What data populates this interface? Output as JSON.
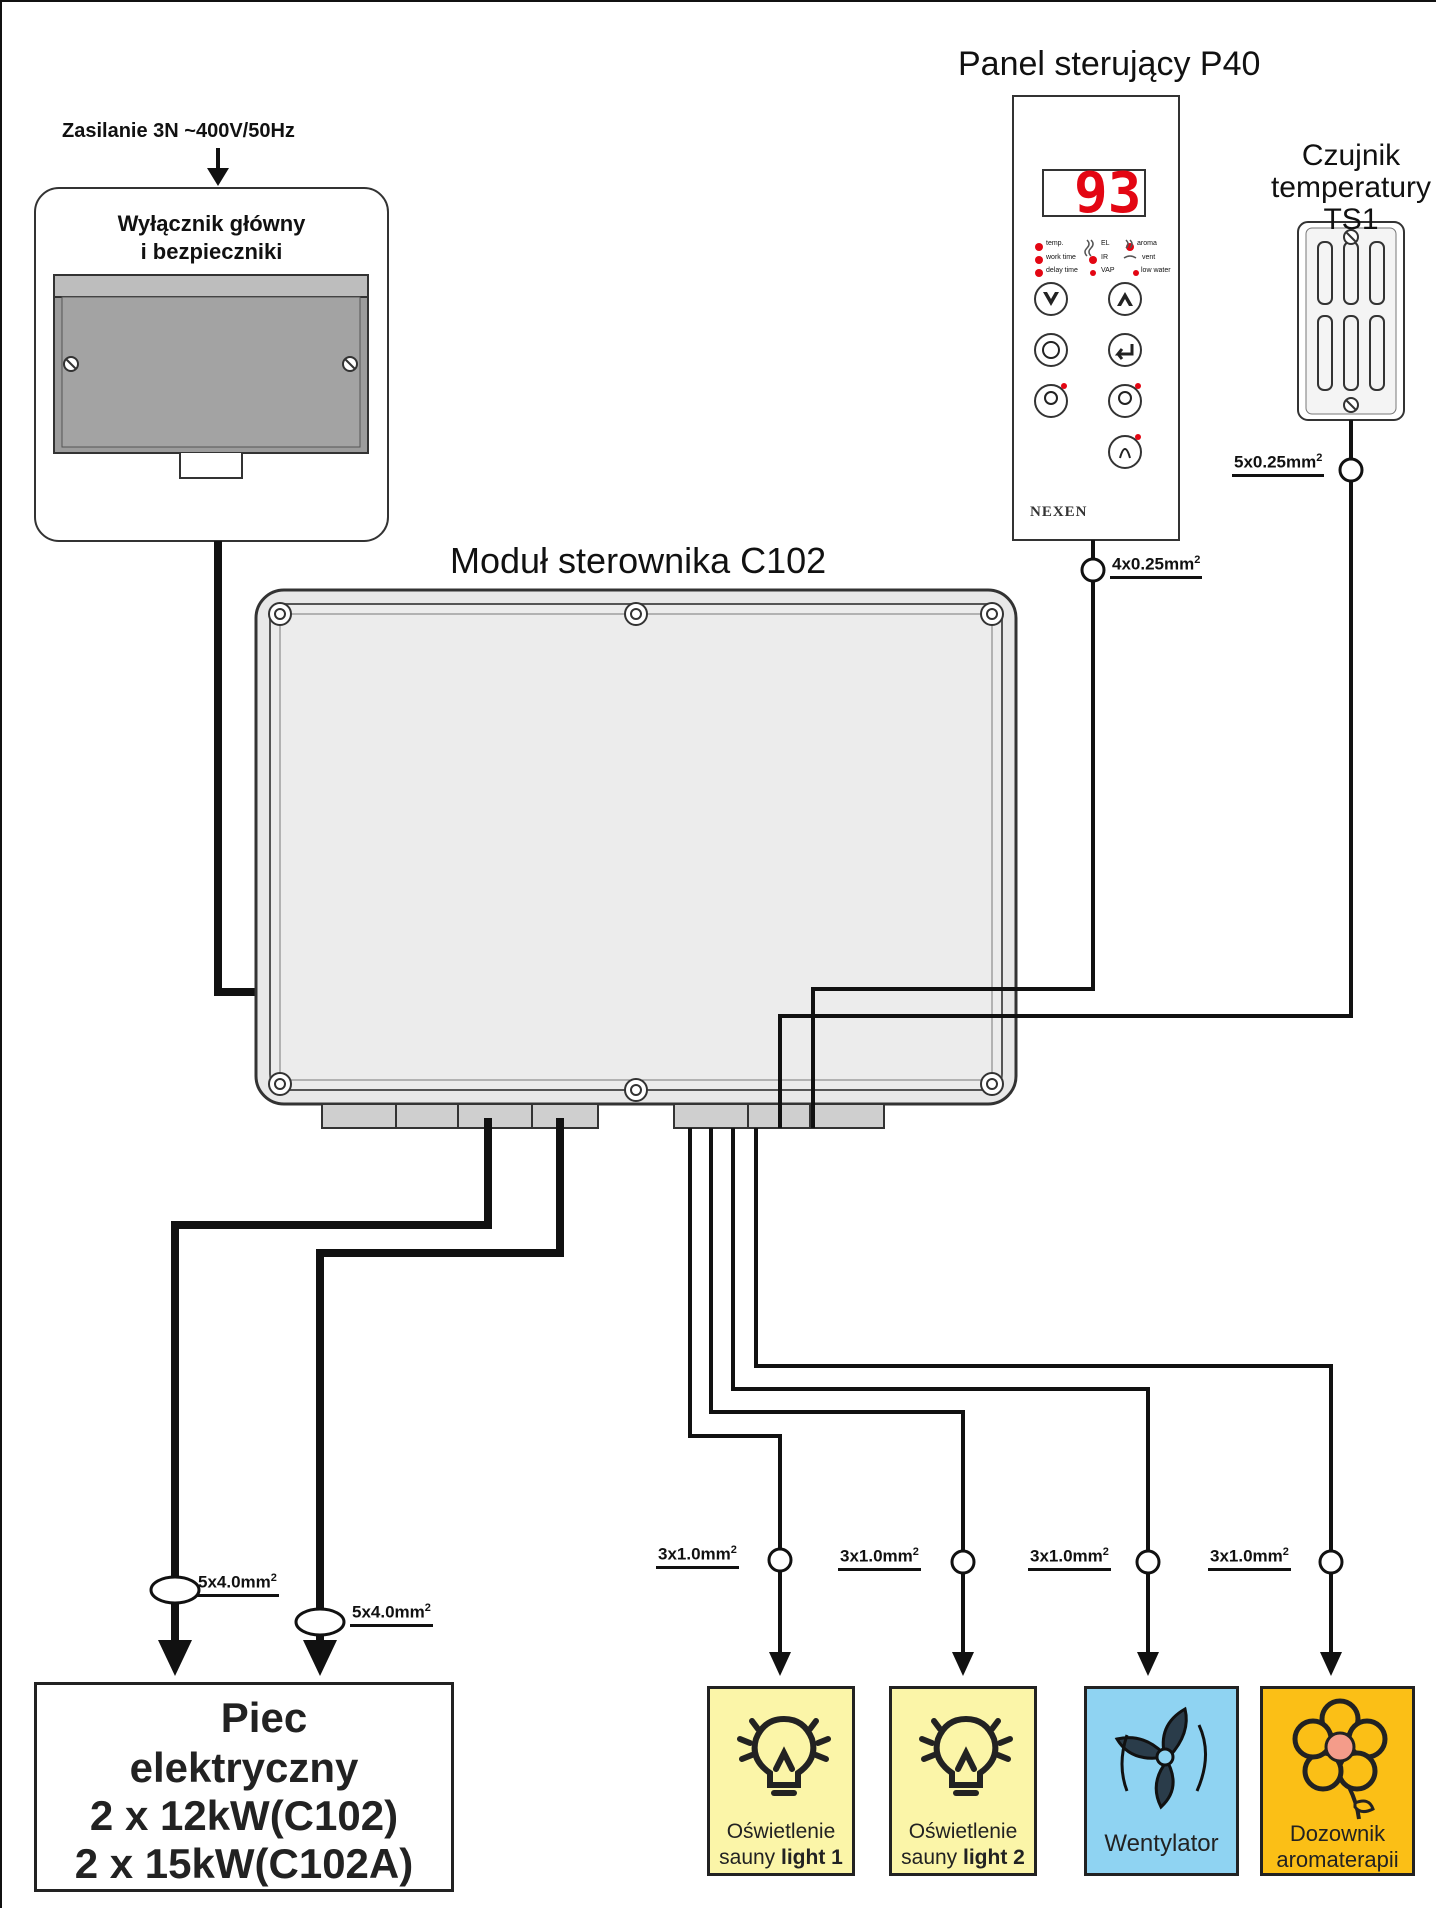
{
  "labels": {
    "panel_title": "Panel sterujący P40",
    "sensor_title": [
      "Czujnik",
      "temperatury",
      "TS1"
    ],
    "supply": "Zasilanie 3N ~400V/50Hz",
    "breaker_title": [
      "Wyłącznik główny",
      "i bezpieczniki"
    ],
    "module_title": "Moduł sterownika C102",
    "brand": "NEXEN",
    "display_value": "93"
  },
  "cables": {
    "sensor": {
      "text": "5x0.25mm",
      "sup": "2"
    },
    "panel": {
      "text": "4x0.25mm",
      "sup": "2"
    },
    "heater1": {
      "text": "5x4.0mm",
      "sup": "2"
    },
    "heater2": {
      "text": "5x4.0mm",
      "sup": "2"
    },
    "light1": {
      "text": "3x1.0mm",
      "sup": "2"
    },
    "light2": {
      "text": "3x1.0mm",
      "sup": "2"
    },
    "fan": {
      "text": "3x1.0mm",
      "sup": "2"
    },
    "aroma": {
      "text": "3x1.0mm",
      "sup": "2"
    }
  },
  "panel_indicators": {
    "temp": "temp.",
    "work_time": "work time",
    "delay_time": "delay time",
    "el": "EL",
    "ir": "IR",
    "vap": "VAP",
    "aroma": "aroma",
    "vent": "vent",
    "low_water": "low water"
  },
  "devices": {
    "light1": {
      "line1": "Oświetlenie",
      "line2_prefix": "sauny ",
      "line2_bold": "light 1",
      "color": "#fbf5a8"
    },
    "light2": {
      "line1": "Oświetlenie",
      "line2_prefix": "sauny ",
      "line2_bold": "light 2",
      "color": "#fbf5a8"
    },
    "fan": {
      "line1": "Wentylator",
      "color": "#8fd3f2"
    },
    "aroma": {
      "line1": "Dozownik",
      "line2": "aromaterapii",
      "color": "#fbbf16"
    }
  },
  "heater": {
    "lines": [
      "Piec",
      "elektryczny",
      "2 x 12kW(C102)",
      "2 x 15kW(C102A)"
    ]
  },
  "colors": {
    "line": "#111111",
    "module_fill": "#e6e6e6",
    "breaker_cover": "#999999",
    "display_red": "#e30613"
  }
}
